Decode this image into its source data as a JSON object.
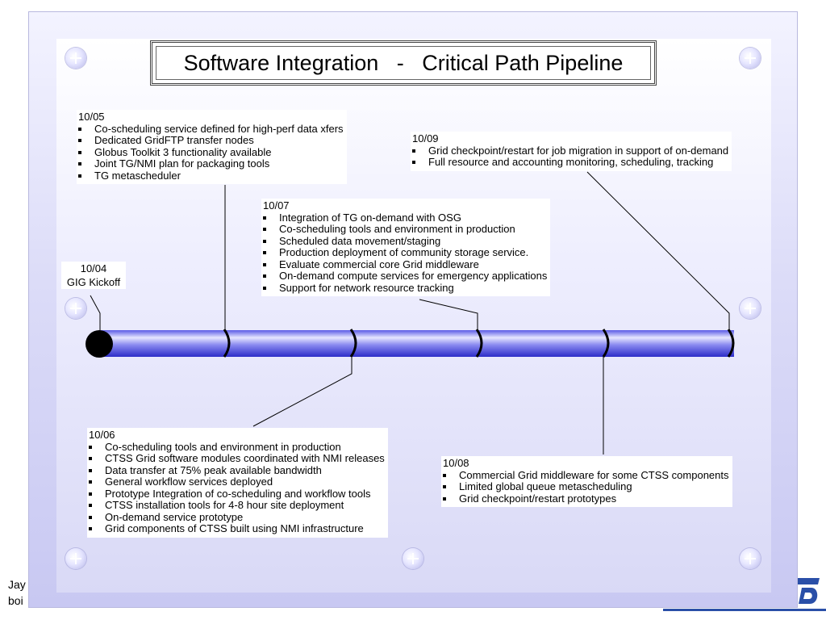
{
  "slide": {
    "title": "Software Integration   -   Critical Path Pipeline",
    "footer_line1": "Jay",
    "footer_line2": "boi"
  },
  "kickoff": {
    "date": "10/04",
    "label": "GIG Kickoff"
  },
  "milestones": [
    {
      "id": "m0510",
      "date": "10/05",
      "items": [
        "Co-scheduling service defined for high-perf data xfers",
        "Dedicated GridFTP transfer nodes",
        "Globus Toolkit 3 functionality available",
        "Joint TG/NMI plan for packaging tools",
        "TG metascheduler"
      ]
    },
    {
      "id": "m0610",
      "date": "10/06",
      "items": [
        "Co-scheduling tools and environment in production",
        "CTSS Grid software modules coordinated with NMI releases",
        "Data transfer at 75% peak available bandwidth",
        "General workflow services deployed",
        "Prototype Integration of co-scheduling and workflow tools",
        "CTSS installation tools for 4-8 hour site deployment",
        "On-demand service prototype",
        "Grid components of CTSS built using NMI infrastructure"
      ]
    },
    {
      "id": "m0710",
      "date": "10/07",
      "items": [
        "Integration of TG on-demand with OSG",
        "Co-scheduling tools and environment in production",
        "Scheduled data movement/staging",
        "Production deployment of community storage service.",
        "Evaluate commercial core Grid middleware",
        "On-demand compute services for emergency applications",
        "Support for network resource tracking"
      ]
    },
    {
      "id": "m0810",
      "date": "10/08",
      "items": [
        "Commercial Grid middleware for some CTSS components",
        "Limited global queue metascheduling",
        "Grid checkpoint/restart prototypes"
      ]
    },
    {
      "id": "m0910",
      "date": "10/09",
      "items": [
        "Grid checkpoint/restart for job migration in support of on-demand",
        "Full resource and accounting monitoring, scheduling, tracking"
      ]
    }
  ],
  "colors": {
    "pipe_light": "#e6e6ff",
    "pipe_mid": "#8a8af0",
    "pipe_dark": "#2c2cc8",
    "logo_blue": "#2a4fa8"
  }
}
